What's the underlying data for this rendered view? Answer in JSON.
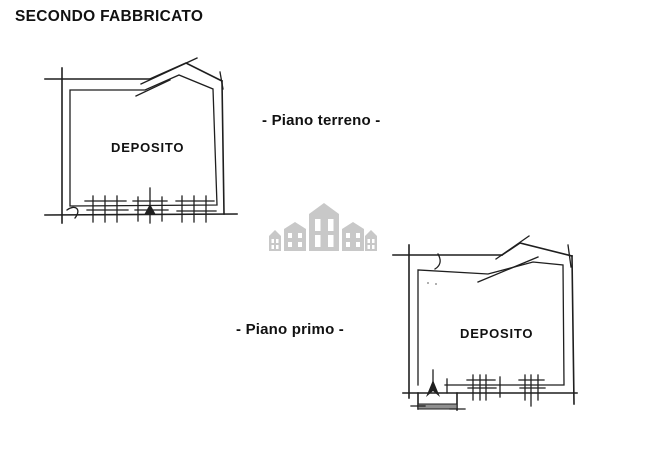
{
  "document": {
    "title": "SECONDO FABBRICATO"
  },
  "floors": [
    {
      "id": "piano-terreno",
      "floor_label": "- Piano terreno -",
      "room_label": "DEPOSITO"
    },
    {
      "id": "piano-primo",
      "floor_label": "- Piano primo -",
      "room_label": "DEPOSITO"
    }
  ],
  "watermark": {
    "icon": "buildings-watermark",
    "color": "#c8c8c8"
  },
  "colors": {
    "background": "#ffffff",
    "ink": "#1f1f1f",
    "text": "#111111"
  }
}
